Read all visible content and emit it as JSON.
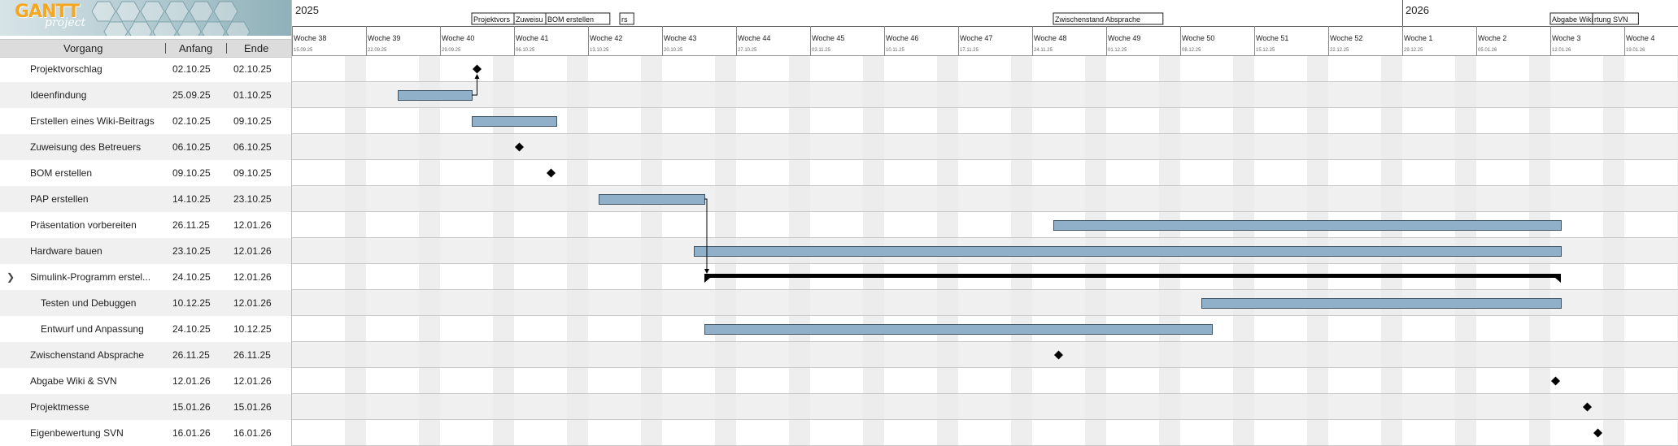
{
  "logo": {
    "main": "GANTT",
    "sub": "project"
  },
  "columns": {
    "name": "Vorgang",
    "start": "Anfang",
    "end": "Ende"
  },
  "timeline": {
    "years": [
      {
        "label": "2025",
        "week": 0
      },
      {
        "label": "2026",
        "week": 15
      }
    ],
    "weeks": [
      {
        "label": "Woche 38",
        "date": "15.09.25"
      },
      {
        "label": "Woche 39",
        "date": "22.09.25"
      },
      {
        "label": "Woche 40",
        "date": "29.09.25"
      },
      {
        "label": "Woche 41",
        "date": "06.10.25"
      },
      {
        "label": "Woche 42",
        "date": "13.10.25"
      },
      {
        "label": "Woche 43",
        "date": "20.10.25"
      },
      {
        "label": "Woche 44",
        "date": "27.10.25"
      },
      {
        "label": "Woche 45",
        "date": "03.11.25"
      },
      {
        "label": "Woche 46",
        "date": "10.11.25"
      },
      {
        "label": "Woche 47",
        "date": "17.11.25"
      },
      {
        "label": "Woche 48",
        "date": "24.11.25"
      },
      {
        "label": "Woche 49",
        "date": "01.12.25"
      },
      {
        "label": "Woche 50",
        "date": "08.12.25"
      },
      {
        "label": "Woche 51",
        "date": "15.12.25"
      },
      {
        "label": "Woche 52",
        "date": "22.12.25"
      },
      {
        "label": "Woche 1",
        "date": "29.12.25"
      },
      {
        "label": "Woche 2",
        "date": "05.01.26"
      },
      {
        "label": "Woche 3",
        "date": "12.01.26"
      },
      {
        "label": "Woche 4",
        "date": "19.01.26"
      }
    ],
    "milestone_flags": [
      {
        "label": "Projektvors",
        "day": 17
      },
      {
        "label": "Zuweisu",
        "day": 21
      },
      {
        "label": "BOM erstellen",
        "day": 24
      },
      {
        "label": "rs",
        "day": 31
      },
      {
        "label": "Zwischenstand Absprache",
        "day": 72
      },
      {
        "label": "Abgabe Wiki & SVN",
        "day": 119
      },
      {
        "label": "rtung SVN",
        "day": 123
      }
    ]
  },
  "tasks": [
    {
      "name": "Projektvorschlag",
      "start": "02.10.25",
      "end": "02.10.25",
      "type": "milestone",
      "s": 17,
      "e": 17
    },
    {
      "name": "Ideenfindung",
      "start": "25.09.25",
      "end": "01.10.25",
      "type": "task",
      "s": 10,
      "e": 17
    },
    {
      "name": "Erstellen eines Wiki-Beitrags",
      "start": "02.10.25",
      "end": "09.10.25",
      "type": "task",
      "s": 17,
      "e": 25
    },
    {
      "name": "Zuweisung des Betreuers",
      "start": "06.10.25",
      "end": "06.10.25",
      "type": "milestone",
      "s": 21,
      "e": 21
    },
    {
      "name": "BOM erstellen",
      "start": "09.10.25",
      "end": "09.10.25",
      "type": "milestone",
      "s": 24,
      "e": 24
    },
    {
      "name": "PAP erstellen",
      "start": "14.10.25",
      "end": "23.10.25",
      "type": "task",
      "s": 29,
      "e": 39
    },
    {
      "name": "Präsentation vorbereiten",
      "start": "26.11.25",
      "end": "12.01.26",
      "type": "task",
      "s": 72,
      "e": 120
    },
    {
      "name": "Hardware bauen",
      "start": "23.10.25",
      "end": "12.01.26",
      "type": "task",
      "s": 38,
      "e": 120
    },
    {
      "name": "Simulink-Programm erstel...",
      "start": "24.10.25",
      "end": "12.01.26",
      "type": "summary",
      "s": 39,
      "e": 120,
      "expanded": true
    },
    {
      "name": "Testen und Debuggen",
      "start": "10.12.25",
      "end": "12.01.26",
      "type": "task",
      "s": 86,
      "e": 120,
      "indent": true
    },
    {
      "name": "Entwurf und Anpassung",
      "start": "24.10.25",
      "end": "10.12.25",
      "type": "task",
      "s": 39,
      "e": 87,
      "indent": true
    },
    {
      "name": "Zwischenstand Absprache",
      "start": "26.11.25",
      "end": "26.11.25",
      "type": "milestone",
      "s": 72,
      "e": 72
    },
    {
      "name": "Abgabe Wiki & SVN",
      "start": "12.01.26",
      "end": "12.01.26",
      "type": "milestone",
      "s": 119,
      "e": 119
    },
    {
      "name": "Projektmesse",
      "start": "15.01.26",
      "end": "15.01.26",
      "type": "milestone",
      "s": 122,
      "e": 122
    },
    {
      "name": "Eigenbewertung SVN",
      "start": "16.01.26",
      "end": "16.01.26",
      "type": "milestone",
      "s": 123,
      "e": 123
    }
  ],
  "colors": {
    "bar": "#8fb0c8",
    "bar_border": "#3f5566",
    "weekend": "#ebebeb",
    "row_alt": "#f0f0f0"
  }
}
